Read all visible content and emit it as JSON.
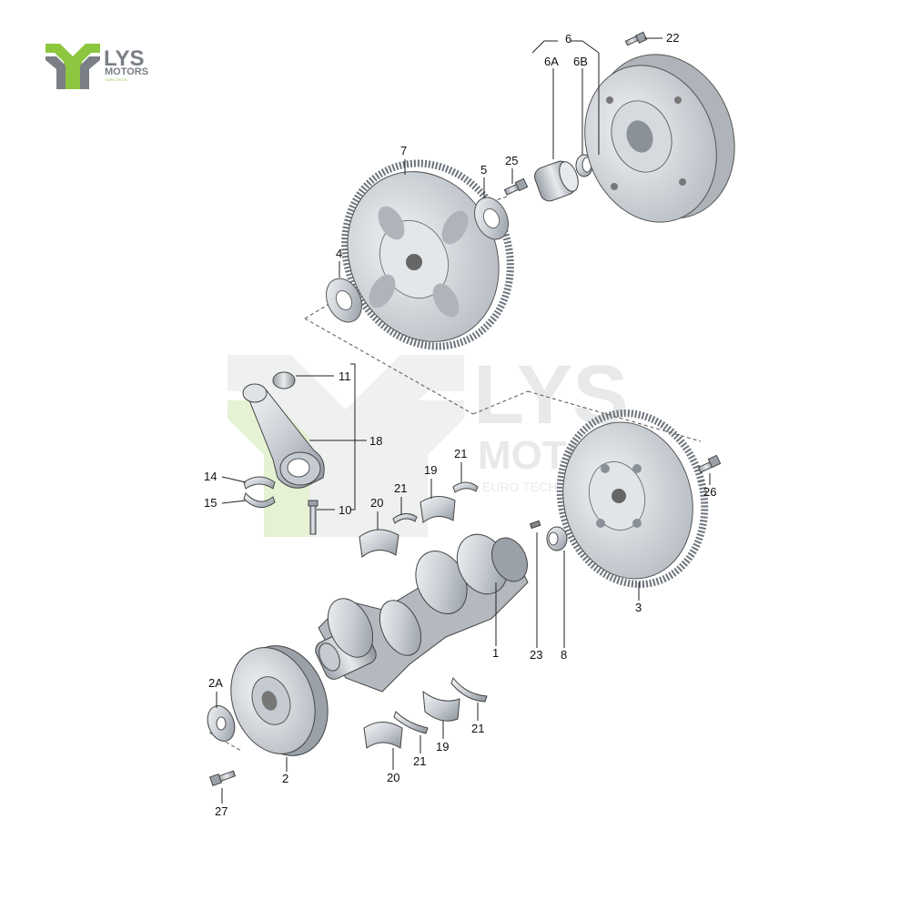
{
  "brand": {
    "name": "LYS",
    "sub": "MOTORS",
    "tag": "EURO TECH",
    "colors": {
      "green": "#8dc63f",
      "gray": "#7a7f86",
      "lightgray": "#b8bcc0"
    }
  },
  "watermark": {
    "name": "LYS",
    "sub": "MOTORS",
    "tag": "EURO TECH"
  },
  "part_labels": {
    "p1": "1",
    "p2": "2",
    "p2A": "2A",
    "p3": "3",
    "p4": "4",
    "p5": "5",
    "p6": "6",
    "p6A": "6A",
    "p6B": "6B",
    "p7": "7",
    "p8": "8",
    "p10": "10",
    "p11": "11",
    "p14": "14",
    "p15": "15",
    "p18": "18",
    "p19a": "19",
    "p19b": "19",
    "p20a": "20",
    "p20b": "20",
    "p21a": "21",
    "p21b": "21",
    "p21c": "21",
    "p21d": "21",
    "p22": "22",
    "p23": "23",
    "p25": "25",
    "p26": "26",
    "p27": "27"
  }
}
